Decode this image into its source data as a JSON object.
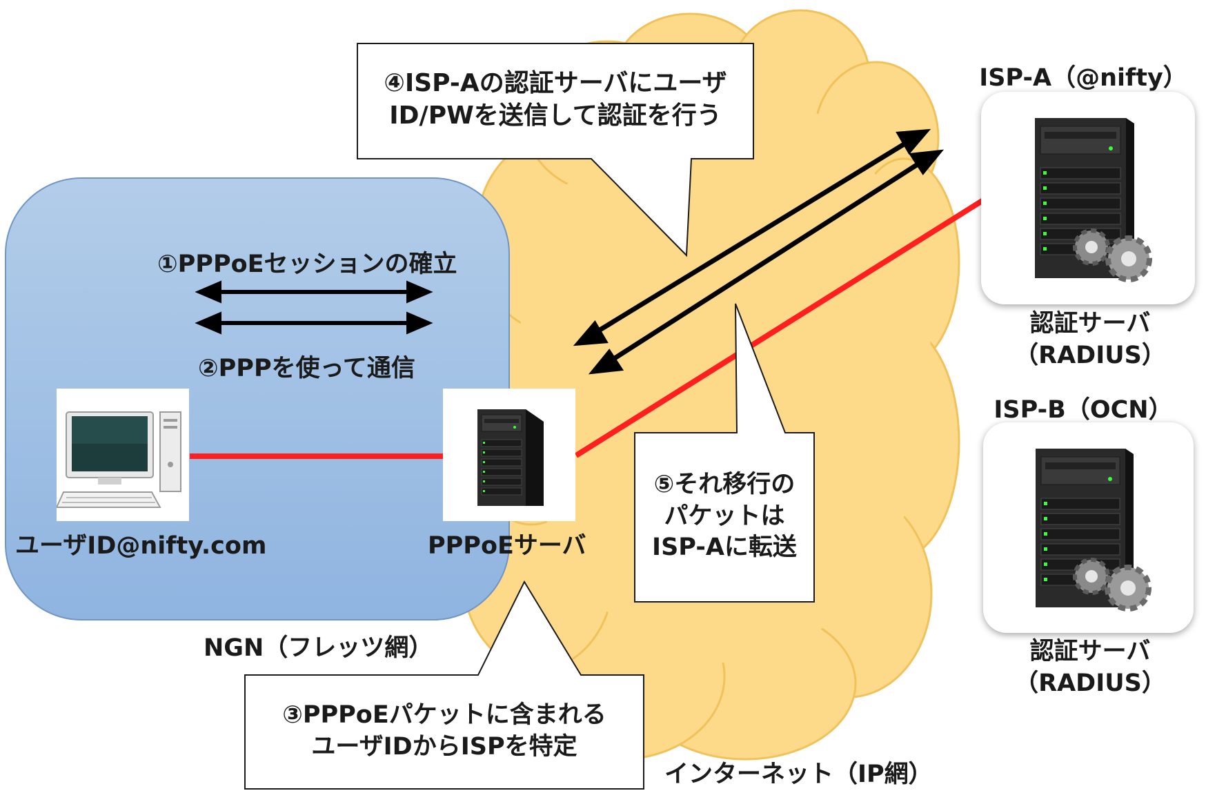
{
  "regions": {
    "ngn_label": "NGN（フレッツ網）",
    "internet_label": "インターネット（IP網）"
  },
  "steps": {
    "step1": "①PPPoEセッションの確立",
    "step2": "②PPPを使って通信",
    "step3_line1": "③PPPoEパケットに含まれる",
    "step3_line2": "ユーザIDからISPを特定",
    "step4_line1": "④ISP-Aの認証サーバにユーザ",
    "step4_line2": "ID/PWを送信して認証を行う",
    "step5_line1": "⑤それ移行の",
    "step5_line2": "パケットは",
    "step5_line3": "ISP-Aに転送"
  },
  "nodes": {
    "user_pc": "ユーザID@nifty.com",
    "pppoe_server": "PPPoEサーバ",
    "isp_a_title": "ISP-A（@nifty）",
    "isp_a_server_line1": "認証サーバ",
    "isp_a_server_line2": "（RADIUS）",
    "isp_b_title": "ISP-B（OCN）",
    "isp_b_server_line1": "認証サーバ",
    "isp_b_server_line2": "（RADIUS）"
  },
  "colors": {
    "ngn_fill": "#9dbde3",
    "cloud_fill": "#fdd98a",
    "cloud_stroke": "#f2c25a",
    "connection_line": "#ff1f1f",
    "arrow": "#000000"
  },
  "icons": {
    "pc": "desktop-computer-icon",
    "server": "tower-server-icon",
    "gear": "gear-icon"
  }
}
